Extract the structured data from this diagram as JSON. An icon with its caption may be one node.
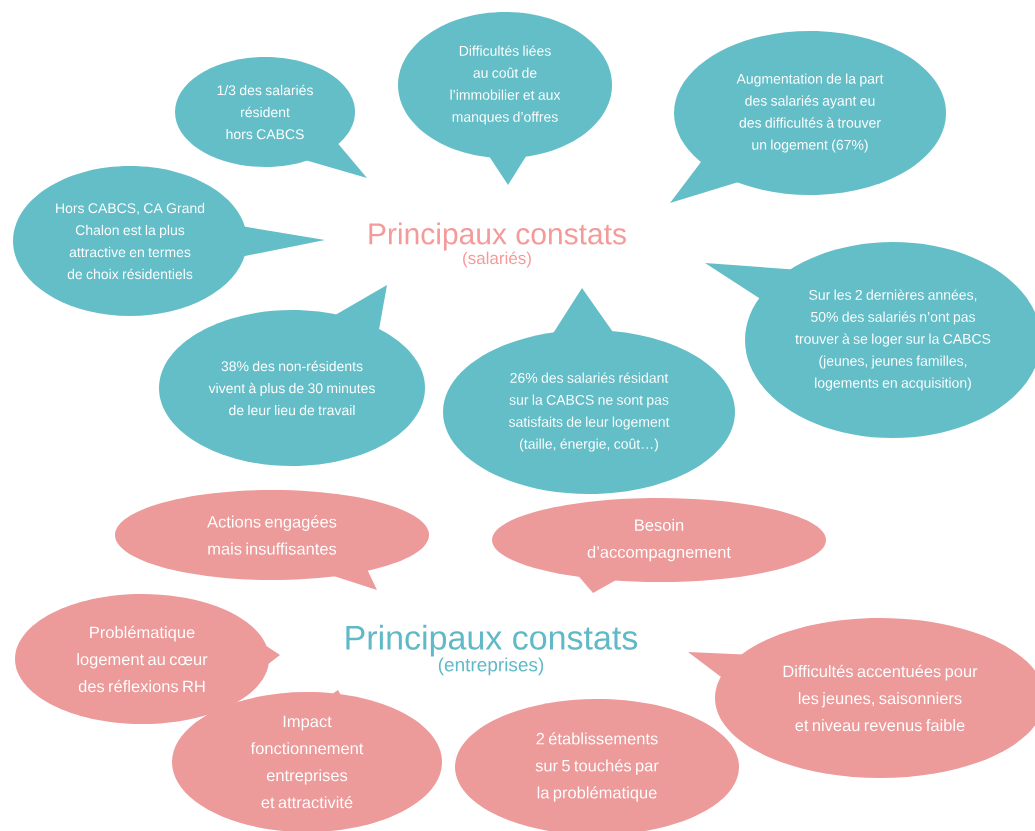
{
  "diagram": {
    "nodes": [
      {
        "text": [
          "Principaux constats",
          "(salariés)"
        ]
      },
      {
        "text": [
          "1/3 des salariés résident hors CABCS"
        ]
      },
      {
        "text": [
          "Difficultés liées au coût de l’immobilier et aux manques d’offres"
        ]
      },
      {
        "text": [
          "Augmentation de la part des salariés ayant eu des difficultés à trouver un logement (67%)"
        ]
      },
      {
        "text": [
          "Hors CABCS, CA Grand Chalon est la plus attractive en termes de choix résidentiels"
        ]
      },
      {
        "text": [
          "Sur les 2 dernières années, 50% des salariés n’ont pas trouver à se loger sur la CABCS (jeunes, jeunes familles, logements en acquisition)"
        ]
      },
      {
        "text": [
          "38% des non-résidents vivent à plus de 30 minutes de leur lieu de travail"
        ]
      },
      {
        "text": [
          "26% des salariés résidant sur la CABCS ne sont pas satisfaits de leur logement (taille, énergie, coût…)"
        ]
      },
      {
        "text": [
          "Principaux constats",
          "(entreprises)"
        ]
      },
      {
        "text": [
          "Actions engagées mais insuffisantes"
        ]
      },
      {
        "text": [
          "Besoin d’accompagnement"
        ]
      },
      {
        "text": [
          "Problématique logement au cœur des réflexions RH"
        ]
      },
      {
        "text": [
          "Difficultés accentuées pour les jeunes, saisonniers et niveau revenus faible"
        ]
      },
      {
        "text": [
          "Impact fonctionnement entreprises et attractivité"
        ]
      },
      {
        "text": [
          "2 établissements sur 5 touchés par la problématique"
        ]
      }
    ]
  }
}
